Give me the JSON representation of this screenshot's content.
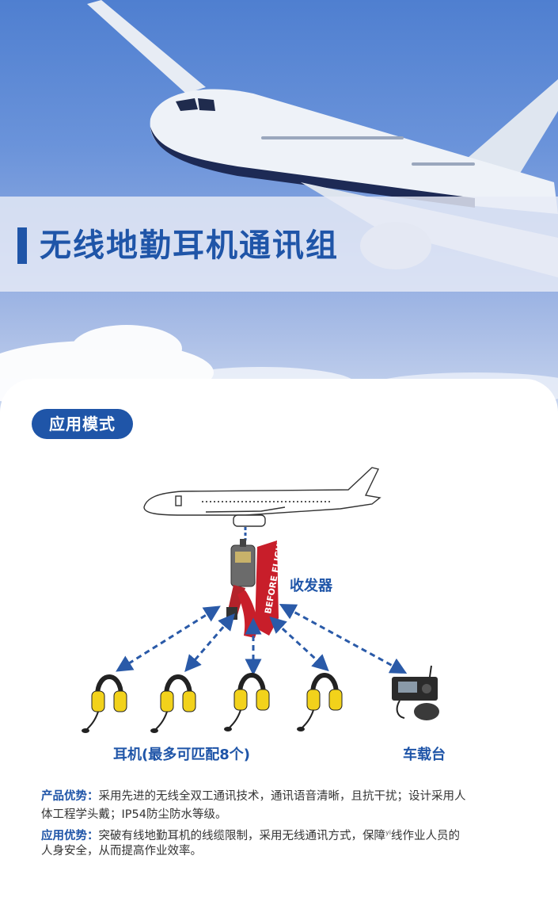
{
  "header": {
    "title": "无线地勤耳机通讯组"
  },
  "section": {
    "badge": "应用模式"
  },
  "diagram": {
    "transceiver_label": "收发器",
    "headsets_label": "耳机(最多可匹配8个)",
    "vehicle_label": "车载台",
    "tag_text": "REMOVE BEFORE FLIGHT",
    "headset_count_shown": 4,
    "colors": {
      "accent": "#1f55a8",
      "arrow": "#2a5aa8",
      "headset_cup": "#f2d21b",
      "tag_red": "#c81e2a"
    }
  },
  "description": {
    "line1_key": "产品优势：",
    "line1_text": "采用先进的无线全双工通讯技术，通讯语音清晰，且抗干扰；设计采用人",
    "line2_text": "体工程学头戴；IP54防尘防水等级。",
    "line3_key": "应用优势：",
    "line3_text_a": "突破有线地勤耳机的线缆限制，采用无线通讯方式，保障",
    "line3_sup": "yi",
    "line3_text_b": "线作业人员的",
    "line4_text": "人身安全，从而提高作业效率。"
  }
}
